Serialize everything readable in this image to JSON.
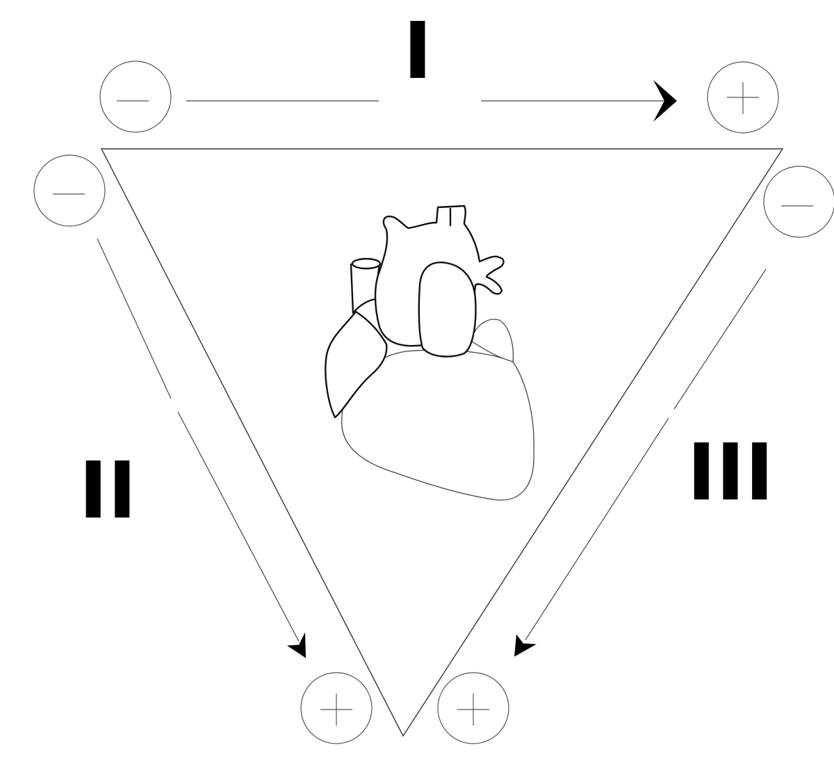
{
  "leads": [
    {
      "name": "lead-1",
      "label": "I"
    },
    {
      "name": "lead-2",
      "label": "II"
    },
    {
      "name": "lead-3",
      "label": "III"
    }
  ],
  "electrodes": [
    {
      "name": "lead-1-negative",
      "sign": "minus"
    },
    {
      "name": "lead-1-positive",
      "sign": "plus"
    },
    {
      "name": "lead-2-negative",
      "sign": "minus"
    },
    {
      "name": "lead-2-positive",
      "sign": "plus"
    },
    {
      "name": "lead-3-negative",
      "sign": "minus"
    },
    {
      "name": "lead-3-positive",
      "sign": "plus"
    }
  ],
  "colors": {
    "stroke": "#333333",
    "label": "#000000",
    "background": "#ffffff"
  },
  "icons": {
    "center": "heart-icon",
    "negative": "minus-icon",
    "positive": "plus-icon"
  }
}
